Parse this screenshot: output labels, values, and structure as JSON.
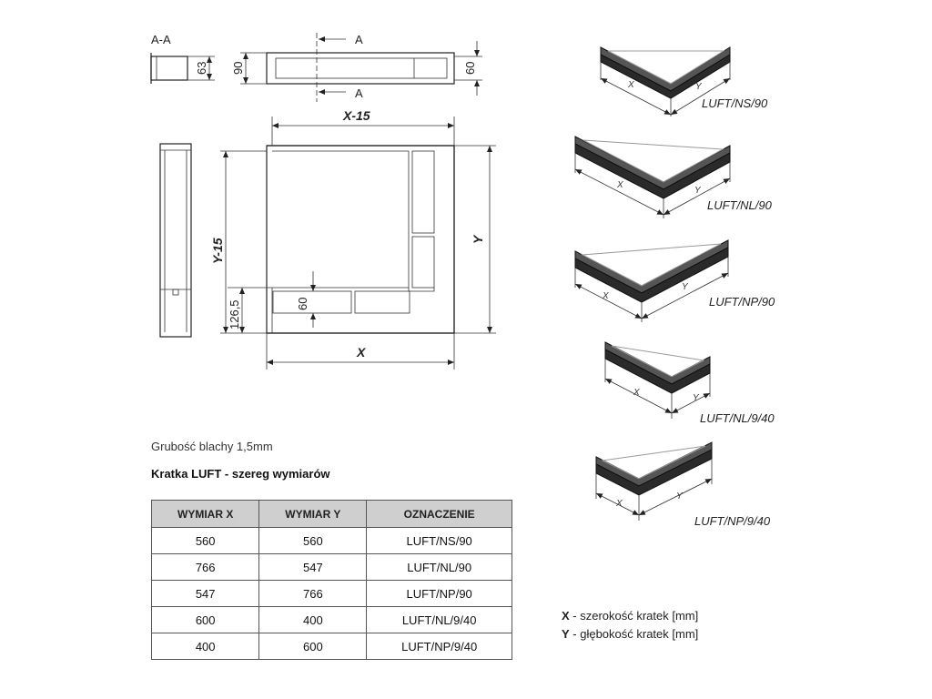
{
  "section_view": {
    "label": "A-A",
    "dim_height": "63"
  },
  "top_view": {
    "dim_left": "90",
    "dim_right": "60",
    "cut_label_top": "A",
    "cut_label_bottom": "A"
  },
  "plan_view": {
    "dim_top": "X-15",
    "dim_left": "Y-15",
    "dim_right": "Y",
    "dim_bottom": "X",
    "dim_offset": "126,5",
    "dim_slot": "60"
  },
  "views": [
    {
      "label": "LUFT/NS/90",
      "x": "X",
      "y": "Y"
    },
    {
      "label": "LUFT/NL/90",
      "x": "X",
      "y": "Y"
    },
    {
      "label": "LUFT/NP/90",
      "x": "X",
      "y": "Y"
    },
    {
      "label": "LUFT/NL/9/40",
      "x": "X",
      "y": "Y"
    },
    {
      "label": "LUFT/NP/9/40",
      "x": "X",
      "y": "Y"
    }
  ],
  "notes": {
    "thickness": "Grubość blachy 1,5mm",
    "series_title": "Kratka LUFT - szereg wymiarów"
  },
  "table": {
    "headers": [
      "WYMIAR X",
      "WYMIAR Y",
      "OZNACZENIE"
    ],
    "rows": [
      [
        "560",
        "560",
        "LUFT/NS/90"
      ],
      [
        "766",
        "547",
        "LUFT/NL/90"
      ],
      [
        "547",
        "766",
        "LUFT/NP/90"
      ],
      [
        "600",
        "400",
        "LUFT/NL/9/40"
      ],
      [
        "400",
        "600",
        "LUFT/NP/9/40"
      ]
    ]
  },
  "legend": [
    {
      "key": "X",
      "text": " - szerokość kratek [mm]"
    },
    {
      "key": "Y",
      "text": " - głębokość kratek [mm]"
    }
  ]
}
